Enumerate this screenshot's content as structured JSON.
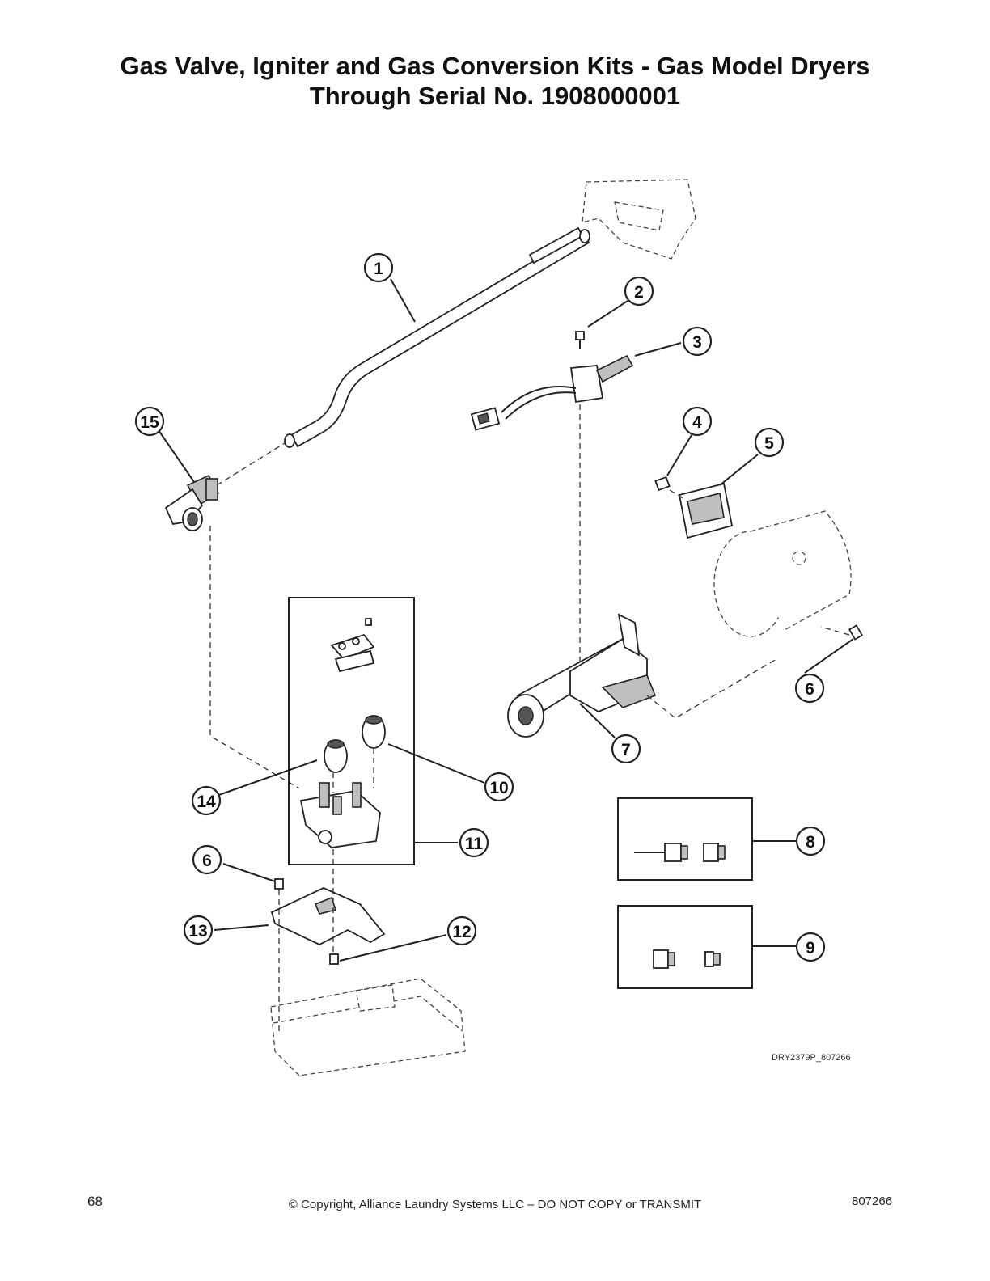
{
  "header": {
    "title_line1": "Gas Valve, Igniter and Gas Conversion Kits - Gas Model Dryers",
    "title_line2": "Through Serial No. 1908000001"
  },
  "callouts": {
    "c1": "1",
    "c2": "2",
    "c3": "3",
    "c4": "4",
    "c5": "5",
    "c6a": "6",
    "c6b": "6",
    "c7": "7",
    "c8": "8",
    "c9": "9",
    "c10": "10",
    "c11": "11",
    "c12": "12",
    "c13": "13",
    "c14": "14",
    "c15": "15"
  },
  "drawing_code": "DRY2379P_807266",
  "footer": {
    "page_number": "68",
    "copyright": "© Copyright, Alliance Laundry Systems LLC – DO NOT COPY or TRANSMIT",
    "document_number": "807266"
  }
}
